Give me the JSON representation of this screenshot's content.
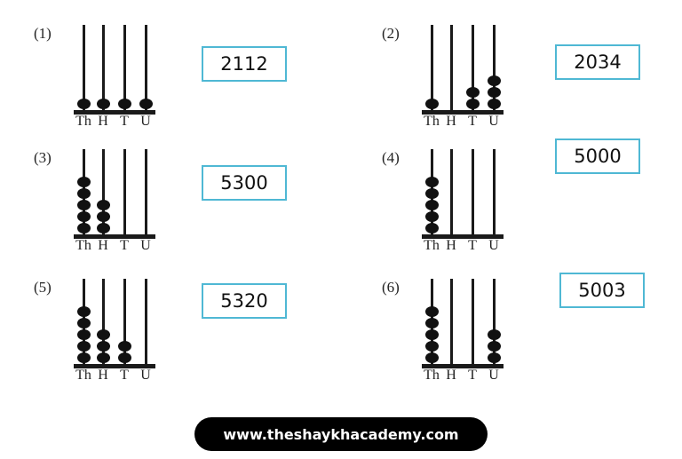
{
  "place_labels": [
    "Th",
    "H",
    "T",
    "U"
  ],
  "items": [
    {
      "number": "(1)",
      "beads": [
        1,
        1,
        1,
        1
      ],
      "answer": "2112"
    },
    {
      "number": "(2)",
      "beads": [
        1,
        0,
        2,
        3
      ],
      "answer": "2034"
    },
    {
      "number": "(3)",
      "beads": [
        5,
        3,
        0,
        0
      ],
      "answer": "5300"
    },
    {
      "number": "(4)",
      "beads": [
        5,
        0,
        0,
        0
      ],
      "answer": "5000"
    },
    {
      "number": "(5)",
      "beads": [
        5,
        3,
        2,
        0
      ],
      "answer": "5320"
    },
    {
      "number": "(6)",
      "beads": [
        5,
        0,
        0,
        3
      ],
      "answer": "5003"
    }
  ],
  "footer": {
    "text": "www.theshaykhacademy.com"
  },
  "colors": {
    "answer_border": "#4fb8d4",
    "bead": "#111111",
    "footer_bg": "#000000"
  }
}
